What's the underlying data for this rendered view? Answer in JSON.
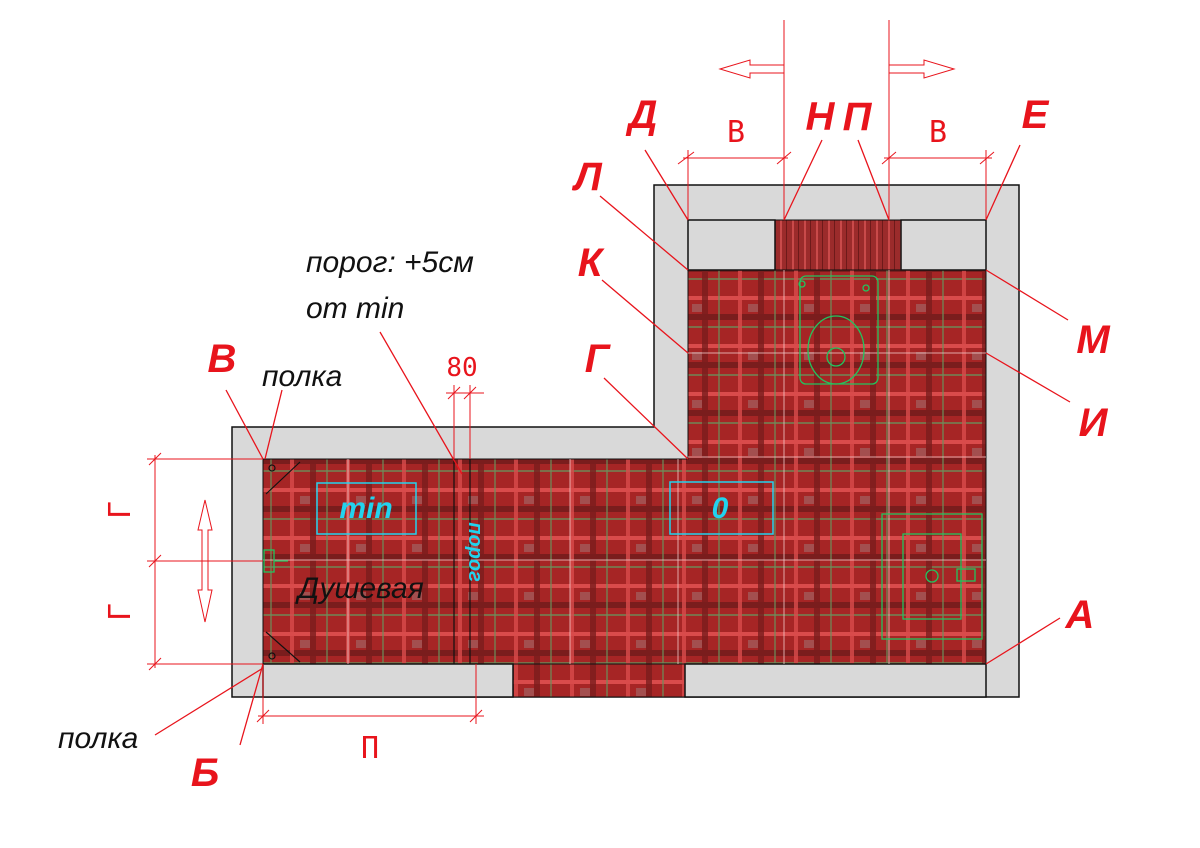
{
  "labels": {
    "A": "А",
    "B": "Б",
    "V": "В",
    "G": "Г",
    "D": "Д",
    "E": "Е",
    "I": "И",
    "K": "К",
    "L": "Л",
    "M": "М",
    "N": "Н",
    "P": "П"
  },
  "notes": {
    "threshold_line1": "порог: +5см",
    "threshold_line2": "от min",
    "shelf_top": "полка",
    "shelf_bottom": "полка",
    "shower": "Душевая",
    "threshold_vertical": "порог"
  },
  "markers": {
    "min": "min",
    "zero": "0"
  },
  "dimensions": {
    "b_left": "В",
    "b_right": "В",
    "eighty": "80",
    "p_bottom": "П",
    "g_upper": "Г",
    "g_lower": "Г"
  },
  "colors": {
    "accent": "#e8141c",
    "tile_base": "#b02a2a",
    "wall": "#d9d9d9",
    "cyan": "#22d3ee",
    "fixture": "#22c55e"
  }
}
